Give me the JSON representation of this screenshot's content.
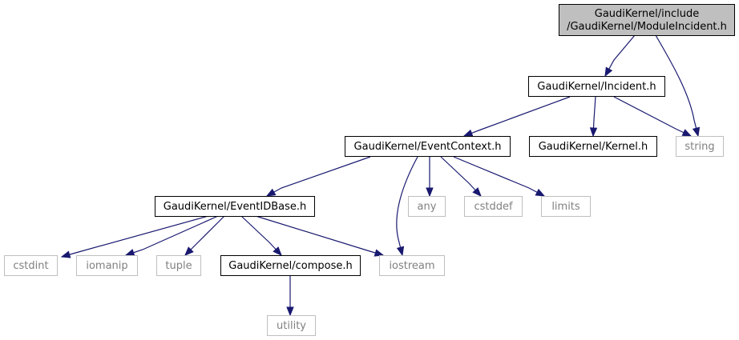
{
  "graph": {
    "nodes": {
      "module_incident": {
        "lines": [
          "GaudiKernel/include",
          "/GaudiKernel/ModuleIncident.h"
        ],
        "kind": "root"
      },
      "incident": {
        "lines": [
          "GaudiKernel/Incident.h"
        ],
        "kind": "file"
      },
      "string": {
        "lines": [
          "string"
        ],
        "kind": "external"
      },
      "event_context": {
        "lines": [
          "GaudiKernel/EventContext.h"
        ],
        "kind": "file"
      },
      "kernel": {
        "lines": [
          "GaudiKernel/Kernel.h"
        ],
        "kind": "file"
      },
      "event_id_base": {
        "lines": [
          "GaudiKernel/EventIDBase.h"
        ],
        "kind": "file"
      },
      "any": {
        "lines": [
          "any"
        ],
        "kind": "external"
      },
      "cstddef": {
        "lines": [
          "cstddef"
        ],
        "kind": "external"
      },
      "limits": {
        "lines": [
          "limits"
        ],
        "kind": "external"
      },
      "cstdint": {
        "lines": [
          "cstdint"
        ],
        "kind": "external"
      },
      "iomanip": {
        "lines": [
          "iomanip"
        ],
        "kind": "external"
      },
      "tuple": {
        "lines": [
          "tuple"
        ],
        "kind": "external"
      },
      "compose": {
        "lines": [
          "GaudiKernel/compose.h"
        ],
        "kind": "file"
      },
      "iostream": {
        "lines": [
          "iostream"
        ],
        "kind": "external"
      },
      "utility": {
        "lines": [
          "utility"
        ],
        "kind": "external"
      }
    },
    "edges": [
      [
        "module_incident",
        "incident"
      ],
      [
        "module_incident",
        "string"
      ],
      [
        "incident",
        "event_context"
      ],
      [
        "incident",
        "kernel"
      ],
      [
        "incident",
        "string"
      ],
      [
        "event_context",
        "event_id_base"
      ],
      [
        "event_context",
        "iostream"
      ],
      [
        "event_context",
        "any"
      ],
      [
        "event_context",
        "cstddef"
      ],
      [
        "event_context",
        "limits"
      ],
      [
        "event_id_base",
        "cstdint"
      ],
      [
        "event_id_base",
        "iomanip"
      ],
      [
        "event_id_base",
        "tuple"
      ],
      [
        "event_id_base",
        "compose"
      ],
      [
        "event_id_base",
        "iostream"
      ],
      [
        "compose",
        "utility"
      ]
    ],
    "colors": {
      "edge": "#191970",
      "root_fill": "#bfbfbf",
      "external_border": "#bfbfbf",
      "external_text": "#808080",
      "file_border": "#000000"
    }
  }
}
